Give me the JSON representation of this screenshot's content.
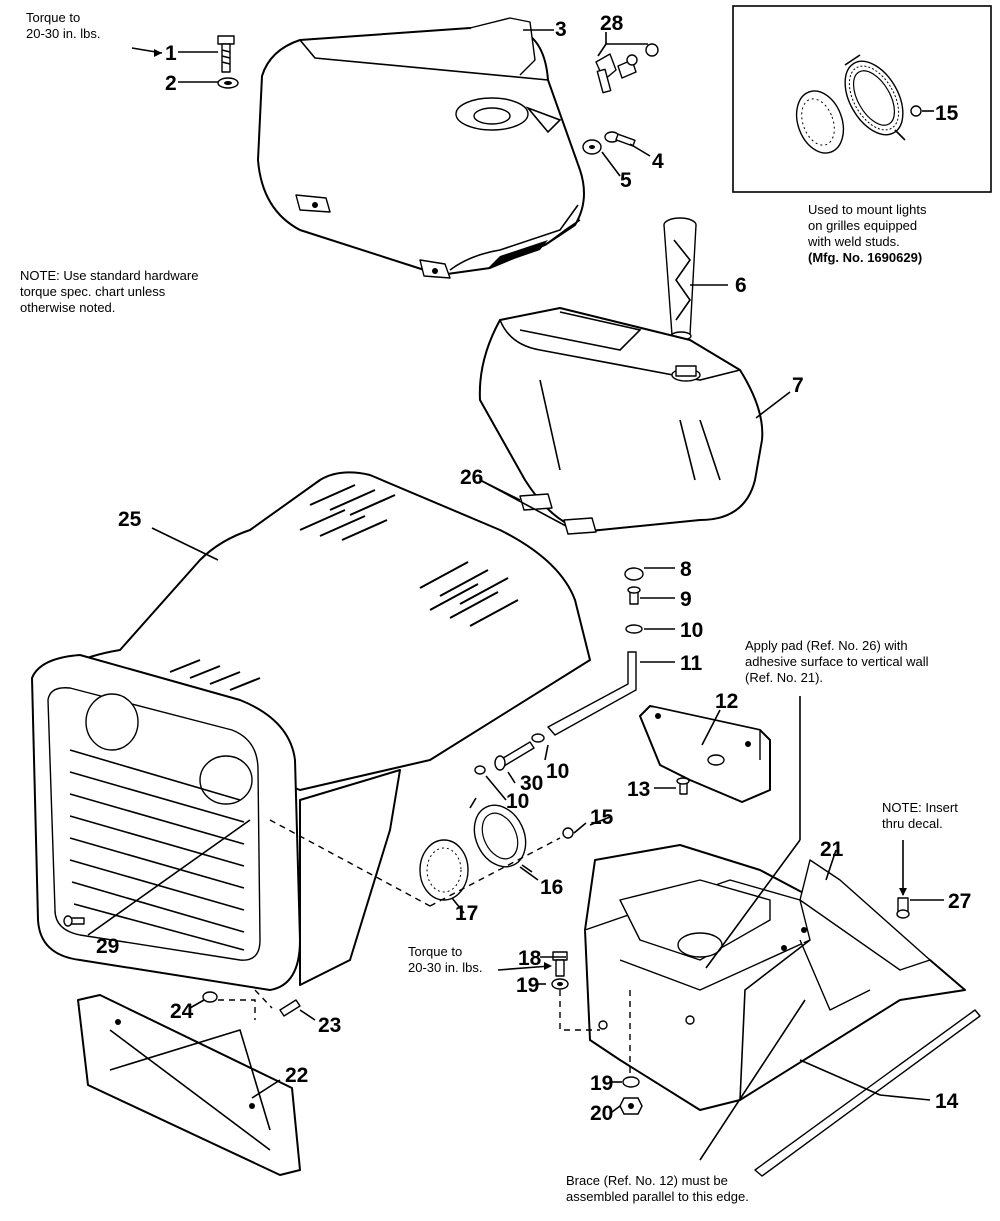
{
  "notes": {
    "torque_top": "Torque to\n20-30 in. lbs.",
    "hardware_note": "NOTE: Use standard hardware\ntorque spec. chart unless\notherwise noted.",
    "inset_caption": "Used to mount lights\non grilles equipped\nwith weld studs.",
    "inset_mfg": "(Mfg. No. 1690629)",
    "apply_pad": "Apply pad (Ref. No. 26) with\nadhesive surface to vertical wall\n(Ref. No. 21).",
    "insert_thru": "NOTE: Insert\nthru decal.",
    "torque_bottom": "Torque to\n20-30 in. lbs.",
    "brace_note": "Brace (Ref. No. 12) must be\nassembled parallel to this edge."
  },
  "callouts": {
    "c1": "1",
    "c2": "2",
    "c3": "3",
    "c4": "4",
    "c5": "5",
    "c6": "6",
    "c7": "7",
    "c8": "8",
    "c9": "9",
    "c10a": "10",
    "c11": "11",
    "c12": "12",
    "c13": "13",
    "c14": "14",
    "c15a": "15",
    "c15b": "15",
    "c16": "16",
    "c17": "17",
    "c18": "18",
    "c19a": "19",
    "c19b": "19",
    "c20": "20",
    "c21": "21",
    "c22": "22",
    "c23": "23",
    "c24": "24",
    "c25": "25",
    "c26": "26",
    "c27": "27",
    "c28": "28",
    "c29": "29",
    "c30": "30",
    "c10b": "10",
    "c10c": "10"
  }
}
